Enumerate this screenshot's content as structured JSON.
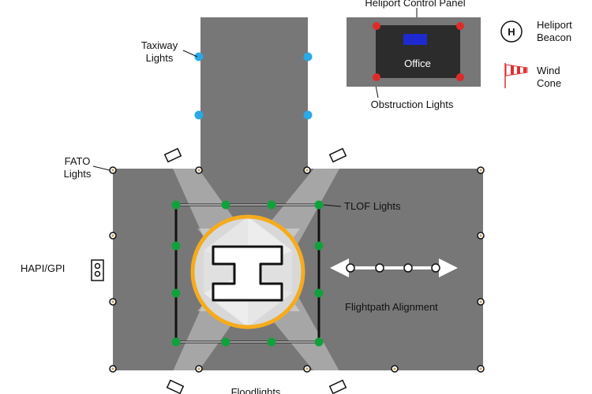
{
  "labels": {
    "taxiway_line1": "Taxiway",
    "taxiway_line2": "Lights",
    "fato_line1": "FATO",
    "fato_line2": "Lights",
    "hapi": "HAPI/GPI",
    "tlof": "TLOF Lights",
    "flightpath": "Flightpath Alignment",
    "floodlights": "Floodlights",
    "control_panel": "Heliport Control Panel",
    "office": "Office",
    "obstruction": "Obstruction Lights",
    "beacon_line1": "Heliport",
    "beacon_line2": "Beacon",
    "beacon_symbol": "H",
    "windcone_line1": "Wind",
    "windcone_line2": "Cone"
  },
  "colors": {
    "pavement": "#777777",
    "taxiway_light": "#2aa8e8",
    "tlof_light": "#11a13c",
    "fato_light_ring": "#c8a060",
    "tlof_circle": "#f5ab1e",
    "obstruction_light": "#e02a2a",
    "office": "#2c2c2c",
    "panel_indicator": "#1e2ad0",
    "windcone": "#e03030"
  }
}
